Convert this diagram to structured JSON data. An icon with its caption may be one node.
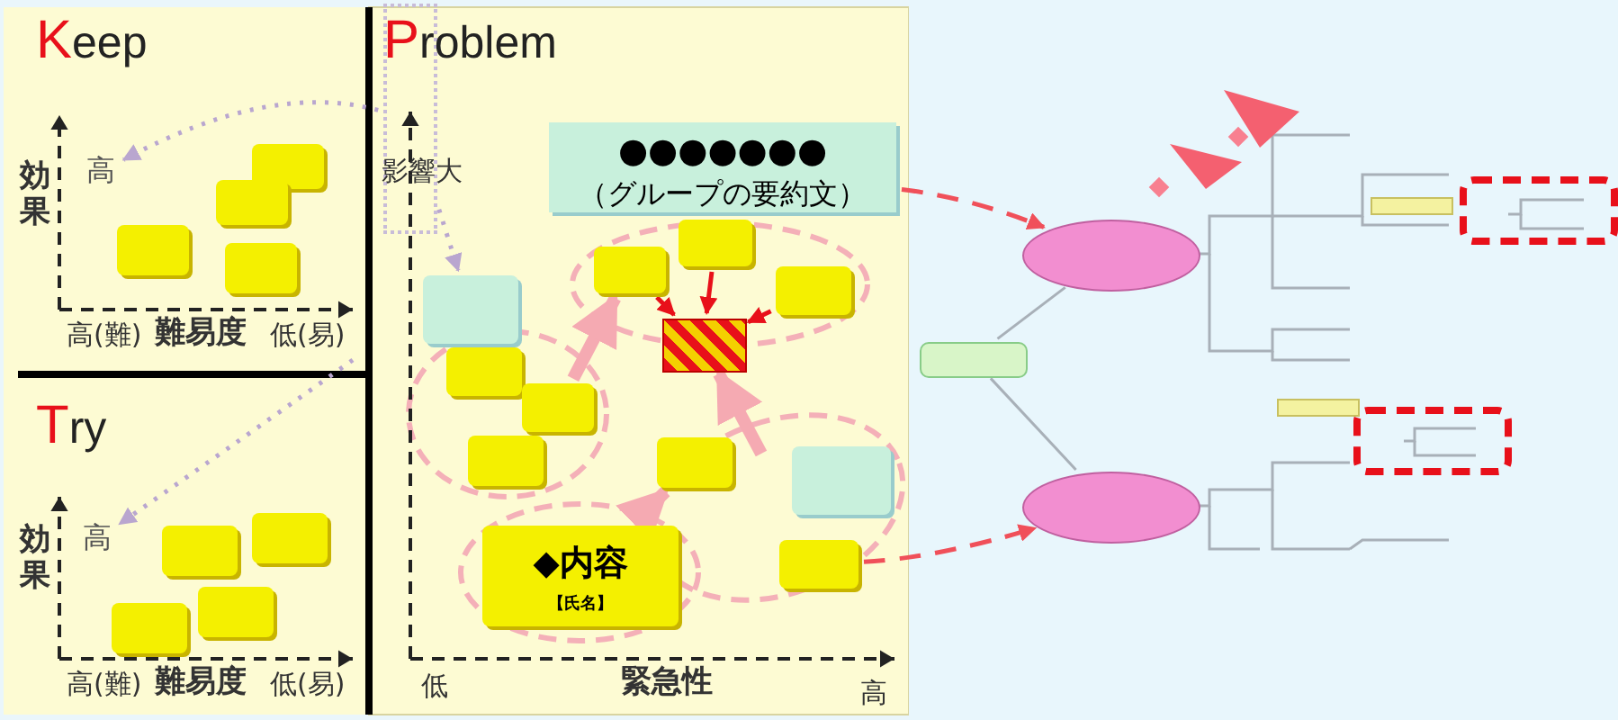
{
  "diagram": {
    "nodes": [
      {
        "text": [
          "高"
        ]
      },
      {
        "text": [],
        "shape": "box"
      },
      {
        "text": [],
        "shape": "box"
      },
      {
        "text": [],
        "shape": "box"
      },
      {
        "text": [],
        "shape": "box"
      },
      {
        "text": [
          "高"
        ]
      },
      {
        "text": [],
        "shape": "box"
      },
      {
        "text": [],
        "shape": "box"
      },
      {
        "text": [],
        "shape": "box"
      },
      {
        "text": [],
        "shape": "box"
      },
      {
        "text": [
          "●●●●●●●",
          "（グループの要約文）"
        ]
      },
      {
        "text": [],
        "shape": "box"
      },
      {
        "text": [],
        "shape": "box"
      },
      {
        "text": [],
        "shape": "box"
      },
      {
        "text": [],
        "shape": "box"
      },
      {
        "text": [],
        "shape": "box"
      },
      {
        "text": [],
        "shape": "box"
      },
      {
        "text": [],
        "shape": "box"
      },
      {
        "text": [],
        "shape": "box"
      },
      {
        "text": [],
        "shape": "box"
      },
      {
        "text": [],
        "shape": "box"
      },
      {
        "text": [
          "◆内容",
          "【氏名】"
        ]
      },
      {
        "text": [],
        "shape": "box"
      },
      {
        "text": [],
        "shape": "ellipse"
      },
      {
        "text": [],
        "shape": "box"
      },
      {
        "text": [],
        "shape": "ellipse"
      },
      {
        "text": [],
        "shape": "box"
      }
    ],
    "edges": [
      {
        "from": 26,
        "to": 0,
        "arrow": "to",
        "style": "dashed",
        "color": "#b9a6cf"
      },
      {
        "from": null,
        "to": 5,
        "arrow": "to",
        "style": "dashed",
        "color": "#b9a6cf"
      },
      {
        "from": 26,
        "to": 15,
        "arrow": "to",
        "style": "dashed",
        "color": "#b9a6cf"
      },
      {
        "from": 12,
        "to": 14,
        "arrow": "to",
        "color": "#e8101a"
      },
      {
        "from": 11,
        "to": 14,
        "arrow": "to",
        "color": "#e8101a"
      },
      {
        "from": 13,
        "to": 14,
        "arrow": "to",
        "color": "#e8101a"
      },
      {
        "from": 21,
        "to": 19,
        "arrow": "to",
        "style": "thick",
        "color": "#f5aab2"
      },
      {
        "from": 17,
        "to": 12,
        "arrow": "to",
        "style": "thick",
        "color": "#f5aab2"
      },
      {
        "from": null,
        "to": 14,
        "arrow": "to",
        "style": "thick",
        "color": "#f5aab2"
      },
      {
        "from": 10,
        "to": 23,
        "arrow": "to",
        "style": "dashed",
        "color": "#f0505a"
      },
      {
        "from": 22,
        "to": 25,
        "arrow": "to",
        "style": "dashed",
        "color": "#f0505a"
      },
      {
        "from": 24,
        "to": 23,
        "arrow": "none",
        "color": "#a8b0b8"
      },
      {
        "from": 24,
        "to": 25,
        "arrow": "none",
        "color": "#a8b0b8"
      }
    ],
    "labels": [
      "Keep",
      "効果",
      "高(難)",
      "難易度",
      "低(易)",
      "Try",
      "効果",
      "高(難)",
      "難易度",
      "低(易)",
      "Problem",
      "影響大",
      "低",
      "緊急性",
      "高"
    ]
  }
}
